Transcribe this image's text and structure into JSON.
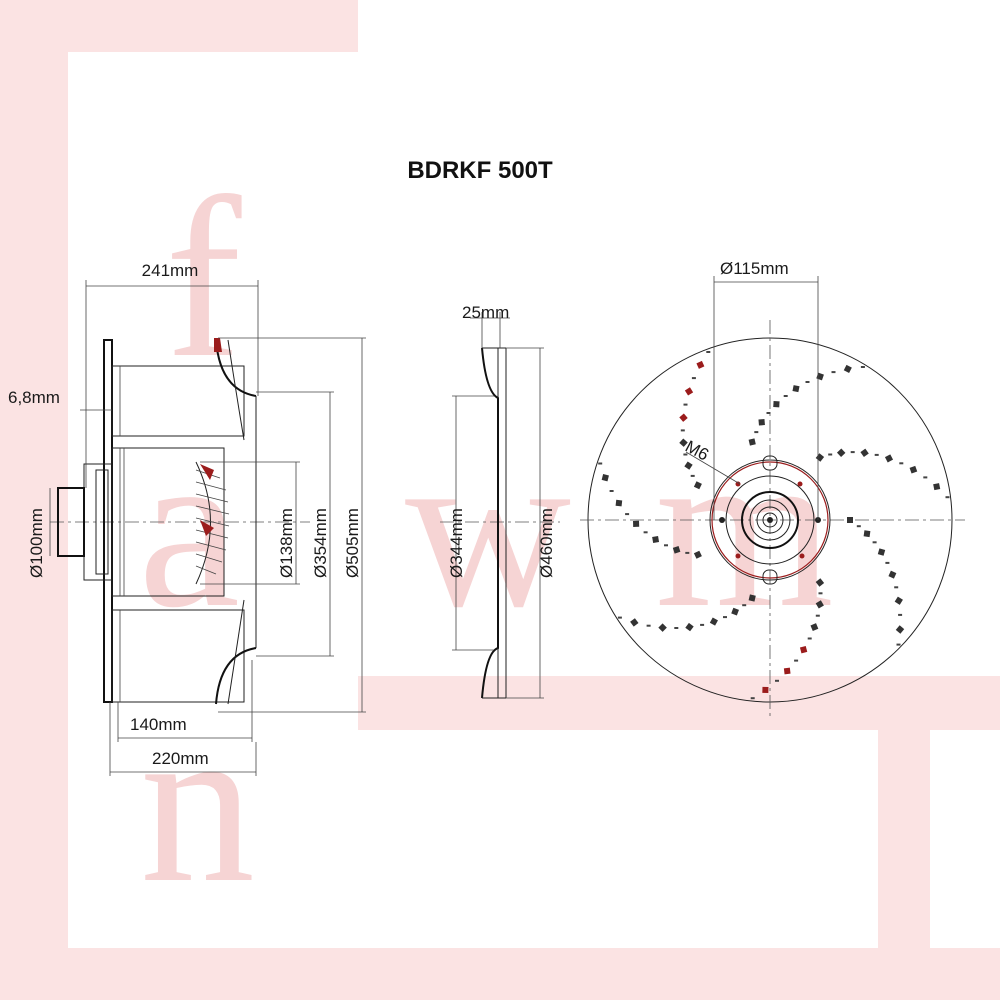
{
  "title": "BDRKF 500T",
  "watermark": {
    "letters": [
      "f",
      "a",
      "w",
      "m",
      "n"
    ],
    "color": "#f6d4d4"
  },
  "side_view": {
    "dims": {
      "overall_width": "241mm",
      "flange": "6,8mm",
      "hub_dia": "Ø100mm",
      "inlet_dia": "Ø138mm",
      "inner_dia": "Ø354mm",
      "outer_dia": "Ø505mm",
      "depth_a": "140mm",
      "depth_b": "220mm"
    }
  },
  "inlet_ring": {
    "dims": {
      "width": "25mm",
      "inner_dia": "Ø344mm",
      "outer_dia": "Ø460mm"
    }
  },
  "front_view": {
    "dims": {
      "hub_dia": "Ø115mm",
      "thread": "M6"
    }
  }
}
